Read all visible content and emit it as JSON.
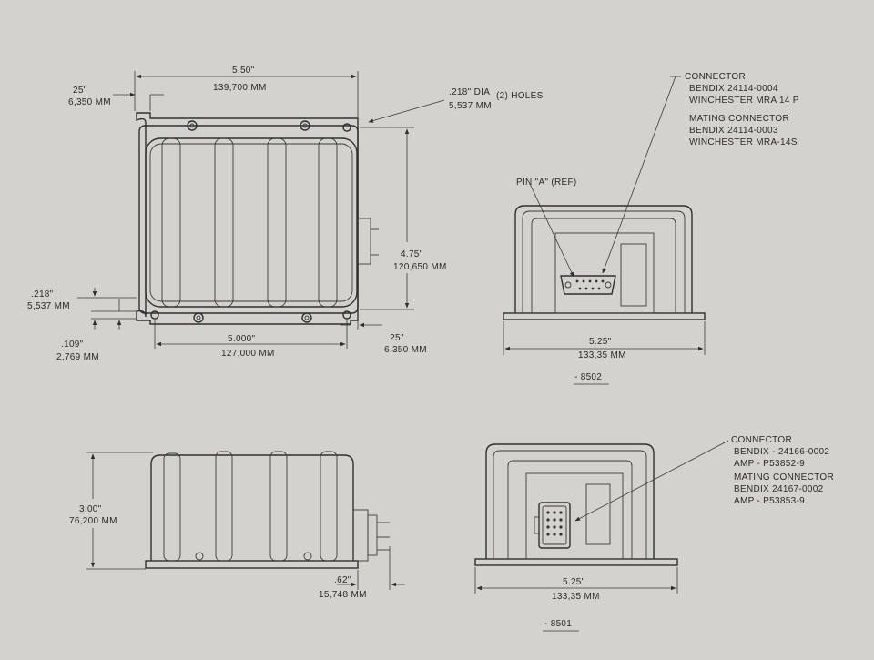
{
  "colors": {
    "paper": "#d3d2cc",
    "ink": "#2a2a2a"
  },
  "top_view": {
    "width_in": "5.50\"",
    "width_mm": "139,700 MM",
    "edge_in": "25\"",
    "edge_mm": "6,350 MM",
    "hole_dia_in": ".218\" DIA",
    "hole_dia_mm": "5,537 MM",
    "hole_count": "(2) HOLES",
    "height_in": "4.75\"",
    "height_mm": "120,650 MM",
    "left_in": ".218\"",
    "left_mm": "5,537 MM",
    "lower_in": ".109\"",
    "lower_mm": "2,769 MM",
    "hole_spacing_in": "5.000\"",
    "hole_spacing_mm": "127,000 MM",
    "bottom_right_in": ".25\"",
    "bottom_right_mm": "6,350 MM"
  },
  "connector_8502": {
    "title": "CONNECTOR",
    "lines": [
      "BENDIX 24114-0004",
      "WINCHESTER MRA 14 P"
    ],
    "mating_title": "MATING CONNECTOR",
    "mating_lines": [
      "BENDIX 24114-0003",
      "WINCHESTER MRA-14S"
    ],
    "pin_ref": "PIN \"A\" (REF)",
    "width_in": "5.25\"",
    "width_mm": "133,35 MM",
    "part": "- 8502"
  },
  "side_view": {
    "height_in": "3.00\"",
    "height_mm": "76,200 MM",
    "offset_in": ".62\"",
    "offset_mm": "15,748 MM"
  },
  "connector_8501": {
    "title": "CONNECTOR",
    "lines": [
      "BENDIX - 24166-0002",
      "AMP - P53852-9"
    ],
    "mating_title": "MATING CONNECTOR",
    "mating_lines": [
      "BENDIX  24167-0002",
      "AMP - P53853-9"
    ],
    "width_in": "5.25\"",
    "width_mm": "133,35 MM",
    "part": "- 8501"
  }
}
